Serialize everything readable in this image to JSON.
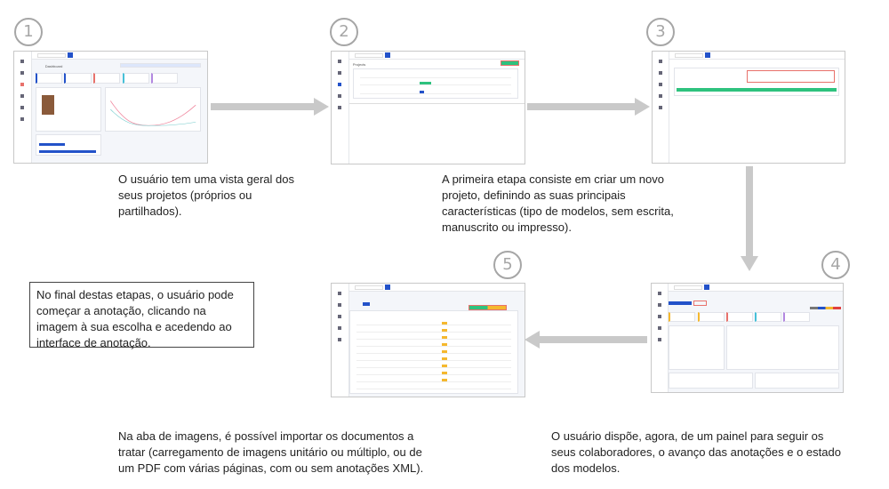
{
  "steps": [
    {
      "number": "1",
      "caption": "O usuário tem uma vista geral dos seus projetos (próprios ou partilhados).",
      "screen_title": "Dashboard"
    },
    {
      "number": "2",
      "caption": "A primeira etapa consiste em criar um novo projeto, definindo as suas principais características (tipo de modelos, sem escrita, manuscrito ou impresso).",
      "screen_title": "Projects"
    },
    {
      "number": "3",
      "caption": ""
    },
    {
      "number": "4",
      "caption": "O usuário dispõe, agora, de um painel para seguir os seus colaboradores, o avanço das anotações e o estado dos modelos."
    },
    {
      "number": "5",
      "caption": "Na aba de imagens, é possível importar os documentos a tratar (carregamento de imagens unitário ou múltiplo, ou de um PDF com várias páginas, com ou sem anotações XML)."
    }
  ],
  "final_note": "No final destas etapas, o usuário pode começar a anotação, clicando na imagem à sua escolha e acedendo ao interface de anotação.",
  "colors": {
    "arrow": "#c9c9c9",
    "circle": "#a6a6a6",
    "accent": "#2352c9",
    "success": "#2ec27e",
    "highlight": "#e8716b"
  }
}
